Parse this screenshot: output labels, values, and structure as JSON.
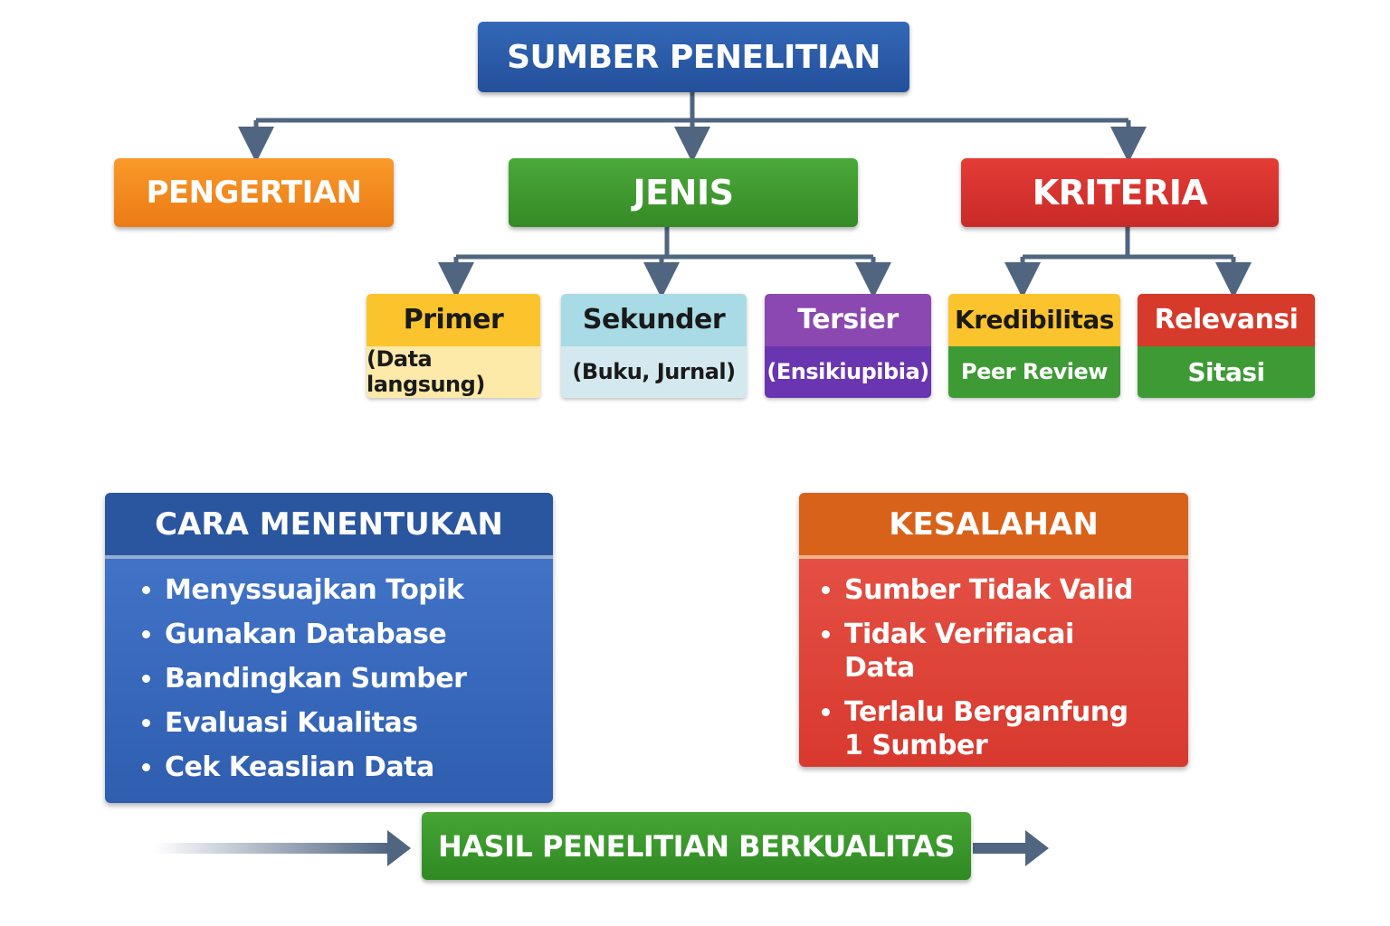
{
  "title": "SUMBER PENELITIAN",
  "level1": {
    "pengertian": "PENGERTIAN",
    "jenis": "JENIS",
    "kriteria": "KRITERIA"
  },
  "jenis": [
    {
      "title": "Primer",
      "desc": "(Data langsung)"
    },
    {
      "title": "Sekunder",
      "desc": "(Buku, Jurnal)"
    },
    {
      "title": "Tersier",
      "desc": "(Ensikiupibia)"
    }
  ],
  "kriteria": [
    {
      "title": "Kredibilitas",
      "desc": "Peer Review"
    },
    {
      "title": "Relevansi",
      "desc": "Sitasi"
    }
  ],
  "cara": {
    "title": "CARA MENENTUKAN",
    "items": [
      "Menyssuajkan Topik",
      "Gunakan Database",
      "Bandingkan Sumber",
      "Evaluasi Kualitas",
      "Cek Keaslian Data"
    ]
  },
  "kesalahan": {
    "title": "KESALAHAN",
    "items": [
      "Sumber Tidak Valid",
      "Tidak Verifiacai Data",
      "Terlalu Berganfung 1 Sumber"
    ]
  },
  "hasil": "HASIL PENELITIAN BERKUALITAS",
  "colors": {
    "blue": "#2a5aa8",
    "orange": "#f28a1e",
    "green": "#3f9a2e",
    "red": "#d8312f",
    "purple": "#7a40b0",
    "connector": "#4f6580"
  }
}
